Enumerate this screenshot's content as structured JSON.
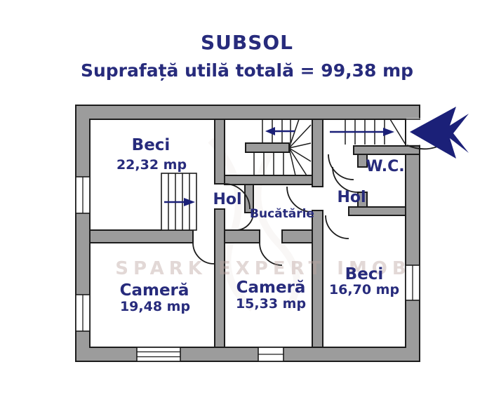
{
  "title": "SUBSOL",
  "subtitle": "Suprafață utilă totală = 99,38 mp",
  "watermark": "SPARK EXPERT IMOB",
  "rooms": {
    "beci_tl": {
      "name": "Beci",
      "area": "22,32 mp"
    },
    "hol_left": {
      "name": "Hol"
    },
    "bucatarie": {
      "name": "Bucătărie"
    },
    "wc": {
      "name": "W.C."
    },
    "hol_right": {
      "name": "Hol"
    },
    "camera_1": {
      "name": "Cameră",
      "area": "19,48 mp"
    },
    "camera_2": {
      "name": "Cameră",
      "area": "15,33 mp"
    },
    "beci_br": {
      "name": "Beci",
      "area": "16,70 mp"
    }
  },
  "colors": {
    "label_navy": "#272b7c",
    "arrow_navy": "#1b2078",
    "wall_gray": "#9c9c9c",
    "outline": "#1c1c1c"
  }
}
